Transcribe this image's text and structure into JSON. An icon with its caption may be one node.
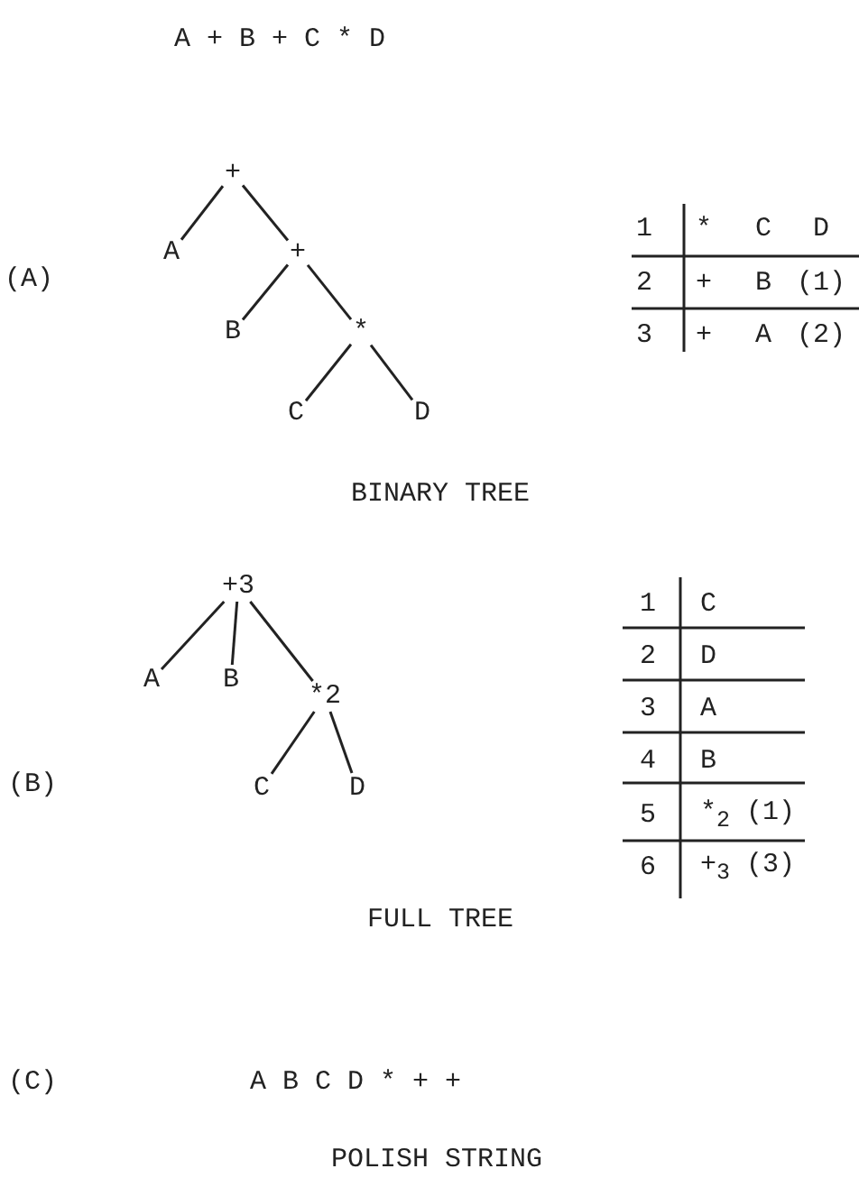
{
  "diagram": {
    "title": "A + B + C * D",
    "nodes": [
      {
        "text": [
          "+"
        ]
      },
      {
        "text": [
          "A"
        ]
      },
      {
        "text": [
          "+"
        ]
      },
      {
        "text": [
          "B"
        ]
      },
      {
        "text": [
          "*"
        ]
      },
      {
        "text": [
          "C"
        ]
      },
      {
        "text": [
          "D"
        ]
      },
      {
        "text": [
          "+3"
        ]
      },
      {
        "text": [
          "A"
        ]
      },
      {
        "text": [
          "B"
        ]
      },
      {
        "text": [
          "*2"
        ]
      },
      {
        "text": [
          "C"
        ]
      },
      {
        "text": [
          "D"
        ]
      }
    ],
    "edges": [
      {
        "from": 0,
        "to": 1,
        "arrow": "none"
      },
      {
        "from": 0,
        "to": 2,
        "arrow": "none"
      },
      {
        "from": 2,
        "to": 3,
        "arrow": "none"
      },
      {
        "from": 2,
        "to": 4,
        "arrow": "none"
      },
      {
        "from": 4,
        "to": 5,
        "arrow": "none"
      },
      {
        "from": 4,
        "to": 6,
        "arrow": "none"
      },
      {
        "from": 7,
        "to": 8,
        "arrow": "none"
      },
      {
        "from": 7,
        "to": 9,
        "arrow": "none"
      },
      {
        "from": 7,
        "to": 10,
        "arrow": "none"
      },
      {
        "from": 10,
        "to": 11,
        "arrow": "none"
      },
      {
        "from": 10,
        "to": 12,
        "arrow": "none"
      }
    ],
    "labels": [
      "(A)",
      "1",
      "*",
      "C",
      "D",
      "2",
      "+",
      "B",
      "(1)",
      "3",
      "+",
      "A",
      "(2)",
      "BINARY TREE",
      "(B)",
      "1",
      "C",
      "2",
      "D",
      "3",
      "A",
      "4",
      "B",
      "5",
      "*$_{2}$ (1)",
      "6",
      "+$_{3}$ (3)",
      "FULL TREE",
      "(C)",
      "A B C D * + +",
      "POLISH STRING"
    ]
  }
}
